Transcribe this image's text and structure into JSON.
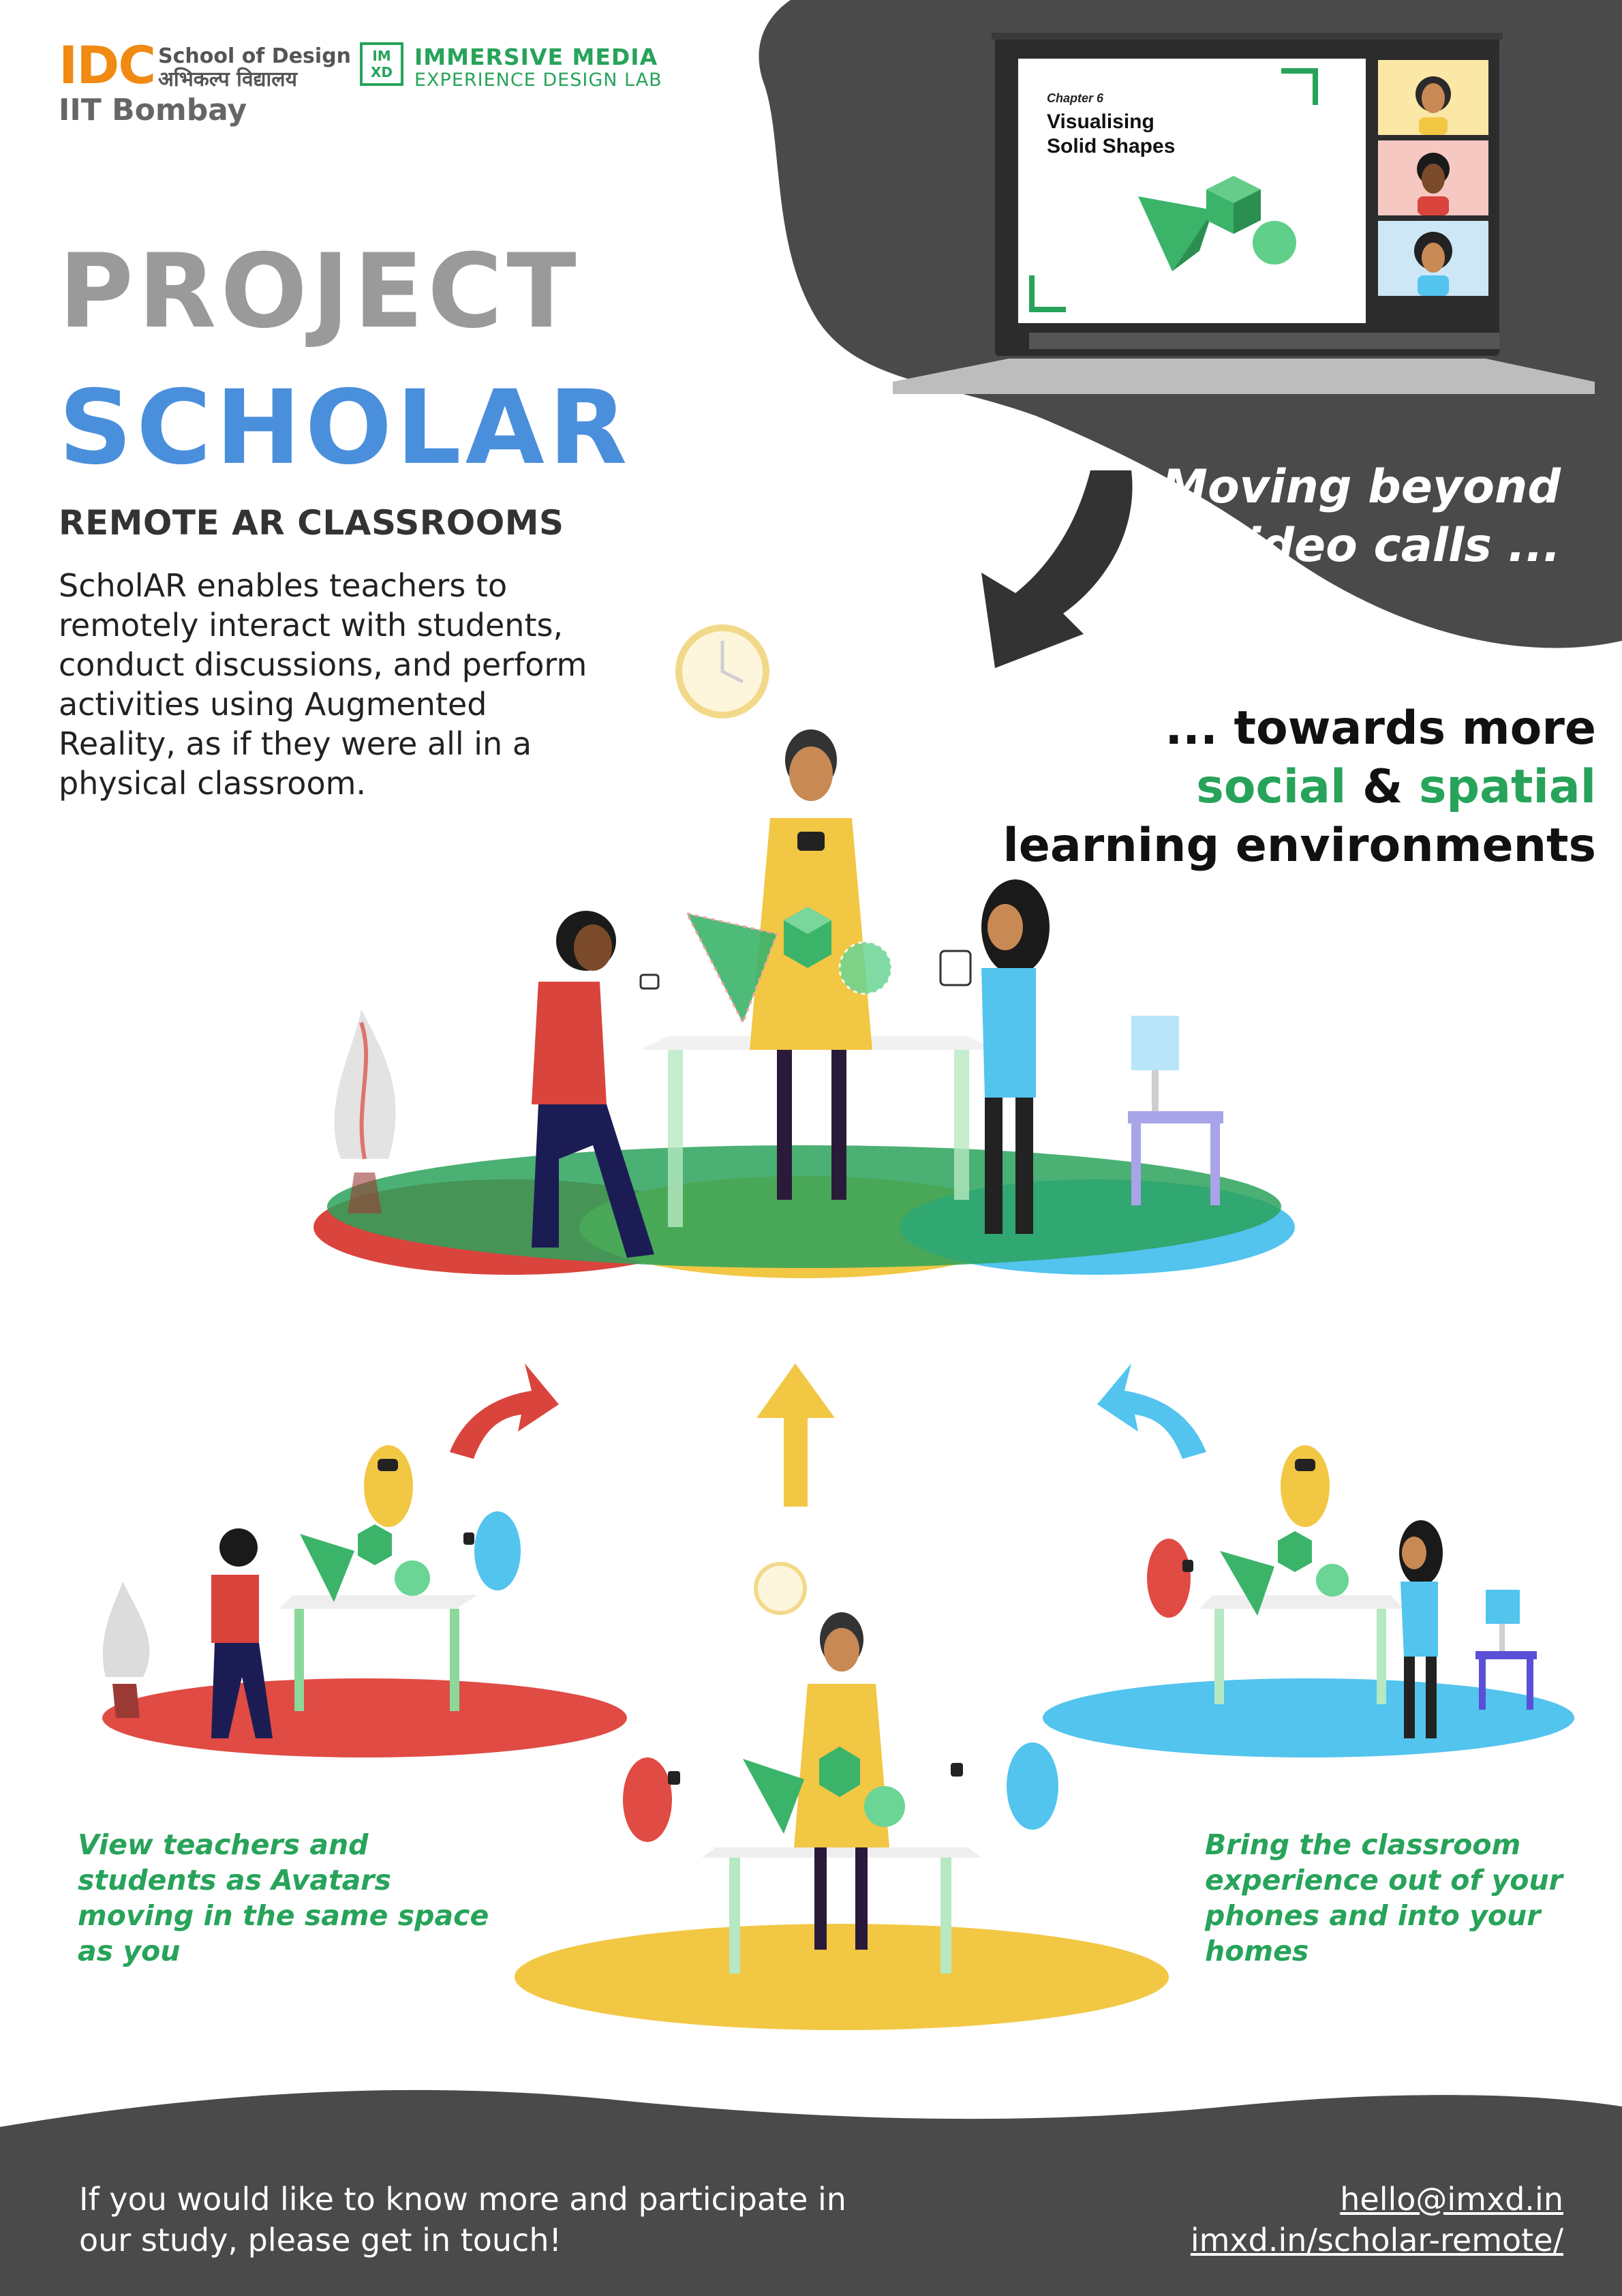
{
  "branding": {
    "idc_mark": "IDC",
    "idc_line1": "School of Design",
    "idc_line2": "अभिकल्प विद्यालय",
    "idc_line3": "IIT Bombay",
    "imxd_box": "IM XD",
    "imxd_title": "IMMERSIVE MEDIA",
    "imxd_subtitle": "EXPERIENCE DESIGN LAB"
  },
  "hero": {
    "title_line1": "PROJECT",
    "title_line2": "SCHOLAR",
    "subtitle": "REMOTE AR CLASSROOMS",
    "description": "ScholAR enables teachers to remotely interact with students, conduct discussions, and perform activities using Augmented Reality, as if they were all in a physical classroom."
  },
  "laptop_slide": {
    "chapter": "Chapter 6",
    "title_line1": "Visualising",
    "title_line2": "Solid Shapes"
  },
  "tagline": {
    "moving_line1": "Moving beyond",
    "moving_line2": "video calls ...",
    "towards_line1": "... towards more",
    "social": "social",
    "amp": "&",
    "spatial": "spatial",
    "towards_line3": "learning environments"
  },
  "captions": {
    "left": "View teachers and students as Avatars moving in the same space as you",
    "right": "Bring the classroom experience out of your phones and into your homes"
  },
  "footer": {
    "message": "If you would like to know more and participate in our study, please get in touch!",
    "email": "hello@imxd.in",
    "url": "imxd.in/scholar-remote/"
  },
  "colors": {
    "dark": "#4a4a4a",
    "green": "#27a35a",
    "blue": "#4a8fdc",
    "red": "#d9443d",
    "yellow": "#f2c744",
    "cyan": "#52c4ee",
    "orange": "#f08a12"
  }
}
